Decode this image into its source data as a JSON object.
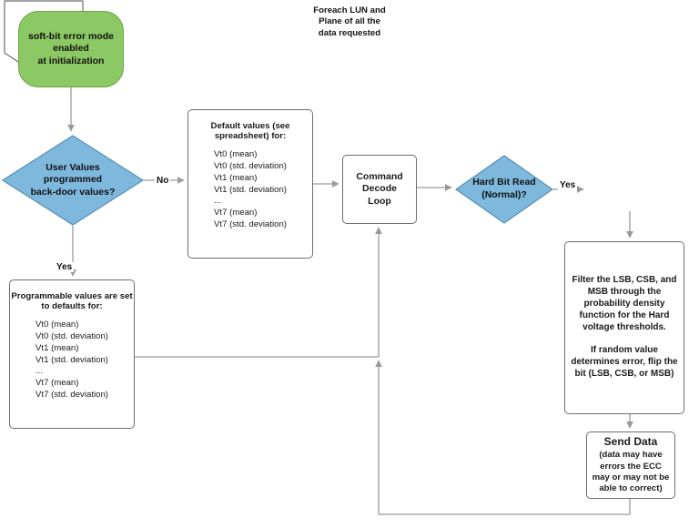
{
  "diagram": {
    "title": "soft-bit error mode flow",
    "colors": {
      "start_fill": "#8CC863",
      "decision_fill": "#7EB8DC",
      "box_fill": "#FFFFFF",
      "stroke": "#6E6E6E",
      "edge": "#9A9A9A",
      "text": "#1A1A1A"
    },
    "nodes": {
      "start": {
        "label": "soft-bit error mode\nenabled\nat initialization",
        "shape": "rounded-terminator"
      },
      "decision_user_values": {
        "label": "User Values\nprogrammed\nback-door values?",
        "shape": "diamond"
      },
      "default_values": {
        "heading": "Default values (see\nspreadsheet) for:",
        "items": "Vt0 (mean)\nVt0 (std. deviation)\nVt1 (mean)\nVt1 (std. deviation)\n...\nVt7 (mean)\nVt7 (std. deviation)",
        "shape": "rect"
      },
      "programmable_values": {
        "heading": "Programmable values are\nset to defaults for:",
        "items": "Vt0 (mean)\nVt0 (std. deviation)\nVt1 (mean)\nVt1 (std. deviation)\n...\nVt7 (mean)\nVt7 (std. deviation)",
        "shape": "rect"
      },
      "command_decode_loop": {
        "label": "Command\nDecode\nLoop",
        "shape": "rect"
      },
      "decision_hard_bit_read": {
        "label": "Hard Bit Read\n(Normal)?",
        "shape": "diamond"
      },
      "foreach_lun": {
        "label": "Foreach LUN and\nPlane of  all the\ndata requested",
        "shape": "document"
      },
      "filter": {
        "label": "Filter the LSB, CSB, and\nMSB through the\nprobability density\nfunction for the Hard\nvoltage thresholds.\n\nIf random value\ndetermines error, flip the\nbit (LSB, CSB, or MSB)",
        "shape": "rect"
      },
      "send_data": {
        "title": "Send Data",
        "label": "(data may have\nerrors the ECC\nmay or may not be\nable to correct)",
        "shape": "rect"
      }
    },
    "edge_labels": {
      "no": "No",
      "yes_down": "Yes",
      "yes_right": "Yes"
    }
  }
}
